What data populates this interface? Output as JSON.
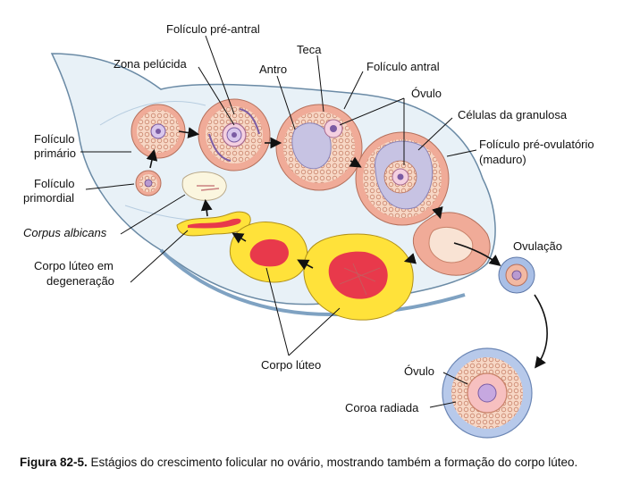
{
  "labels": {
    "foliculo_pre_antral": "Folículo pré-antral",
    "zona_pelucida": "Zona pelúcida",
    "teca": "Teca",
    "antro": "Antro",
    "foliculo_antral": "Folículo antral",
    "ovulo_top": "Óvulo",
    "celulas_granulosa": "Células da granulosa",
    "foliculo_primario_1": "Folículo",
    "foliculo_primario_2": "primário",
    "foliculo_pre_ovulatorio_1": "Folículo pré-ovulatório",
    "foliculo_pre_ovulatorio_2": "(maduro)",
    "foliculo_primordial_1": "Folículo",
    "foliculo_primordial_2": "primordial",
    "corpus_albicans": "Corpus albicans",
    "ovulacao": "Ovulação",
    "corpo_luteo_degen_1": "Corpo lúteo em",
    "corpo_luteo_degen_2": "degeneração",
    "corpo_luteo": "Corpo lúteo",
    "ovulo_bottom": "Óvulo",
    "coroa_radiada": "Coroa radiada"
  },
  "caption": {
    "figure_label": "Figura 82-5.",
    "text": " Estágios do crescimento folicular no ovário, mostrando também a formação do corpo lúteo."
  },
  "colors": {
    "ovary_fill": "#e6f0f6",
    "ovary_stroke": "#5a7d9a",
    "theca": "#f2b9a3",
    "granulosa": "#f7d8c8",
    "antrum": "#c7c3e3",
    "luteum_yellow": "#ffe23a",
    "luteum_red": "#e8394b",
    "corona": "#a9bfe6"
  }
}
